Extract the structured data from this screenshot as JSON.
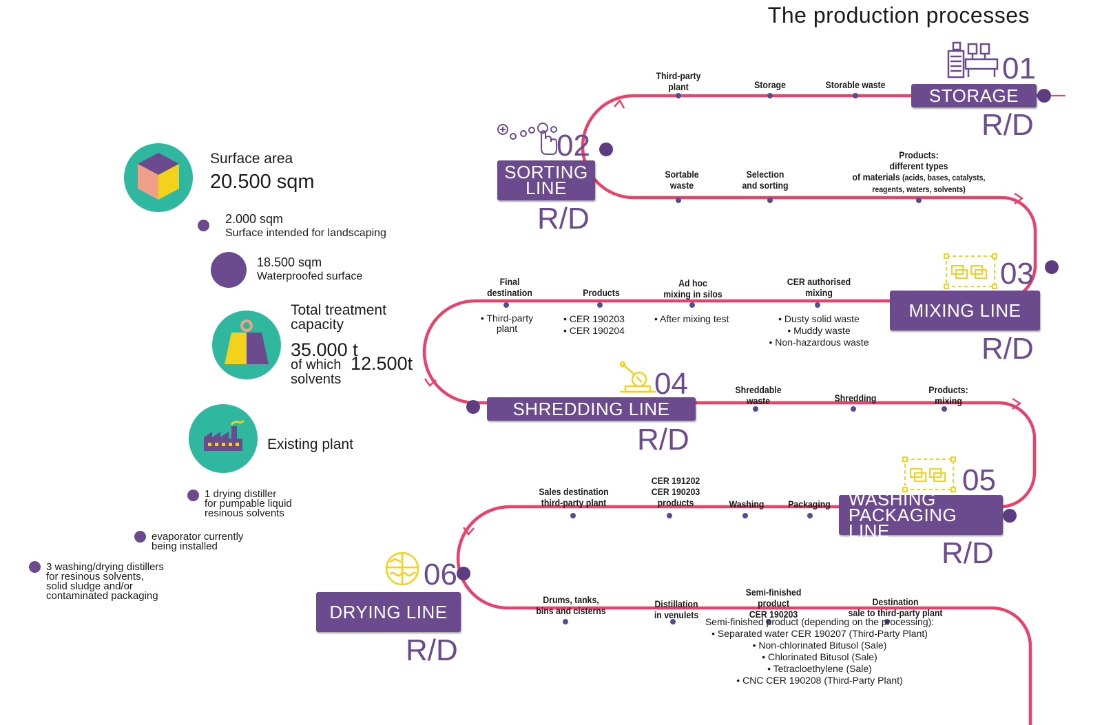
{
  "title": "The production processes",
  "colors": {
    "accent": "#e8416a",
    "purple": "#6b4a8e",
    "teal": "#2fb89f",
    "yellow": "#f2d21a"
  },
  "left_panel": {
    "surface_label": "Surface area",
    "surface_value": "20.500 sqm",
    "landscaping_value": "2.000 sqm",
    "landscaping_label": "Surface intended for landscaping",
    "waterproof_value": "18.500 sqm",
    "waterproof_label": "Waterproofed surface",
    "capacity_label_1": "Total treatment",
    "capacity_label_2": "capacity",
    "capacity_value": "35.000 t",
    "capacity_of_which": "of which",
    "capacity_solvents_value": "12.500t",
    "capacity_solvents": "solvents",
    "plant_label": "Existing plant",
    "equip_1": [
      "1 drying distiller",
      "for pumpable liquid",
      "resinous solvents"
    ],
    "equip_2": [
      "evaporator currently",
      "being installed"
    ],
    "equip_3": [
      "3 washing/drying distillers",
      "for resinous solvents,",
      "solid sludge and/or",
      "contaminated packaging"
    ],
    "icons": [
      "cube-icon",
      "weight-icon",
      "factory-icon"
    ]
  },
  "stages": [
    {
      "num": "01",
      "name": "STORAGE",
      "rd": "R/D",
      "icon": "machinery-icon"
    },
    {
      "num": "02",
      "name_1": "SORTING",
      "name_2": "LINE",
      "rd": "R/D",
      "icon": "touch-sorting-icon"
    },
    {
      "num": "03",
      "name": "MIXING LINE",
      "rd": "R/D",
      "icon": "mixing-blocks-icon"
    },
    {
      "num": "04",
      "name": "SHREDDING LINE",
      "rd": "R/D",
      "icon": "shredder-icon"
    },
    {
      "num": "05",
      "name_1": "WASHING",
      "name_2": "PACKAGING LINE",
      "rd": "R/D",
      "icon": "packaging-blocks-icon"
    },
    {
      "num": "06",
      "name": "DRYING LINE",
      "rd": "R/D",
      "icon": "drying-globe-icon"
    }
  ],
  "row1": {
    "a": [
      "Third-party",
      "plant"
    ],
    "b": "Storage",
    "c": "Storable waste"
  },
  "row2": {
    "a": [
      "Sortable",
      "waste"
    ],
    "b": [
      "Selection",
      "and sorting"
    ],
    "c1": "Products:",
    "c2": "different types",
    "c3": "of materials",
    "c3s": "(acids, bases, catalysts,",
    "c4": "reagents, waters, solvents)"
  },
  "row3": {
    "a": [
      "Final",
      "destination"
    ],
    "a_sub": [
      "• Third-party",
      "plant"
    ],
    "b": "Products",
    "b_sub": [
      "•  CER 190203",
      "•  CER 190204"
    ],
    "c": [
      "Ad hoc",
      "mixing in silos"
    ],
    "c_sub": "• After mixing test",
    "d": [
      "CER authorised",
      "mixing"
    ],
    "d_sub": [
      "• Dusty solid waste",
      "• Muddy waste",
      "• Non-hazardous waste"
    ]
  },
  "row4": {
    "a": [
      "Shreddable",
      "waste"
    ],
    "b": "Shredding",
    "c": [
      "Products:",
      "mixing"
    ]
  },
  "row5": {
    "a": [
      "Sales destination",
      "third-party plant"
    ],
    "b": [
      "CER 191202",
      "CER 190203",
      "products"
    ],
    "c": "Washing",
    "d": "Packaging"
  },
  "row6": {
    "a": [
      "Drums, tanks,",
      "bins and cisterns"
    ],
    "b": [
      "Distillation",
      "in venulets"
    ],
    "c": [
      "Semi-finished",
      "product",
      "CER 190203"
    ],
    "d": [
      "Destination",
      "sale to third-party plant"
    ]
  },
  "semi_finished": {
    "heading": "Semi-finished product (depending on the processing):",
    "items": [
      "• Separated water CER 190207 (Third-Party Plant)",
      "• Non-chlorinated Bitusol (Sale)",
      "• Chlorinated Bitusol (Sale)",
      "• Tetracloethylene (Sale)",
      "• CNC CER 190208 (Third-Party Plant)"
    ]
  }
}
